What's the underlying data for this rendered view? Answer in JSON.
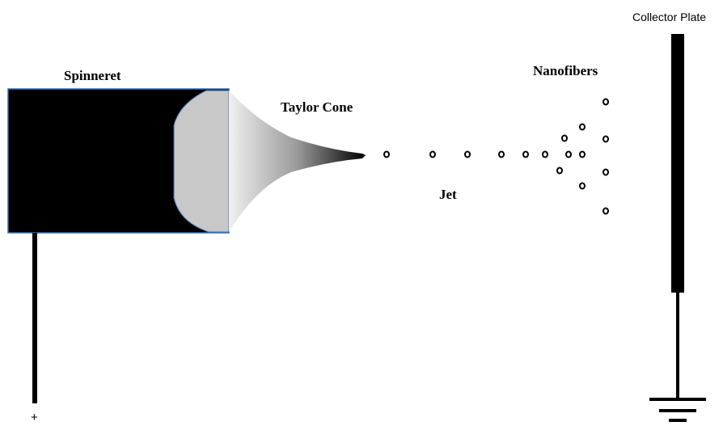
{
  "labels": {
    "spinneret": "Spinneret",
    "taylor_cone": "Taylor Cone",
    "jet": "Jet",
    "nanofibers": "Nanofibers",
    "collector_plate": "Collector Plate",
    "polarity": "+"
  },
  "colors": {
    "spinneret_body": "#000000",
    "spinneret_edge": "#3a6fb0",
    "droplet_fill": "#c8c8c8",
    "cone_light": "#f0f0f0",
    "cone_dark": "#000000",
    "wire": "#000000",
    "droplet_stroke": "#000000"
  },
  "icons": {
    "ground": "ground-symbol-icon"
  }
}
